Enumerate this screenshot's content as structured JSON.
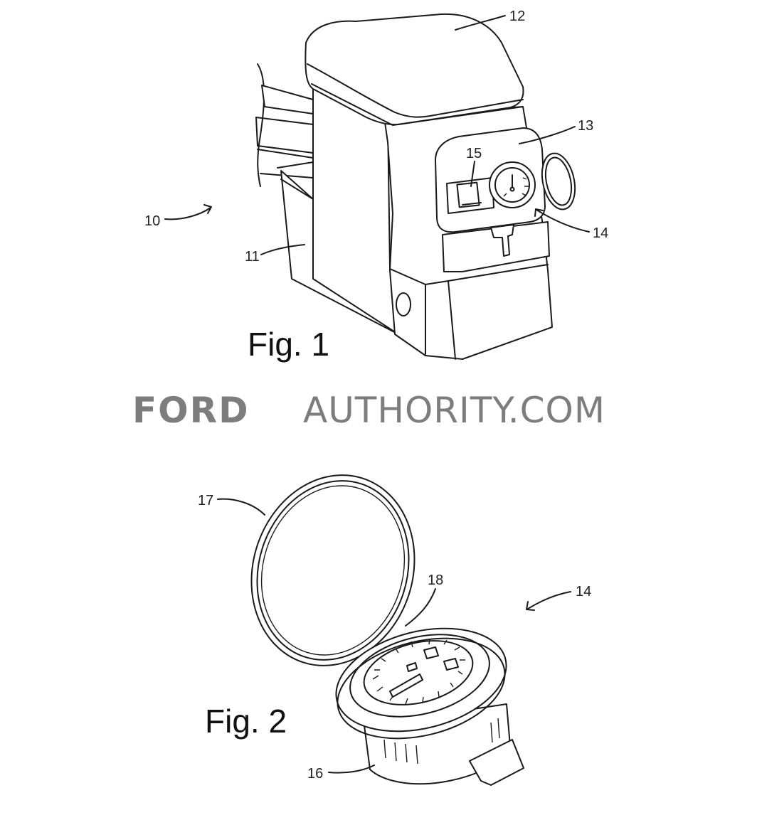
{
  "figure1": {
    "label": "Fig. 1",
    "refs": {
      "r10": "10",
      "r11": "11",
      "r12": "12",
      "r13": "13",
      "r14": "14",
      "r15": "15"
    }
  },
  "watermark": {
    "brand": "FORD",
    "site": "AUTHORITY.COM"
  },
  "figure2": {
    "label": "Fig. 2",
    "refs": {
      "r14": "14",
      "r16": "16",
      "r17": "17",
      "r18": "18"
    }
  }
}
